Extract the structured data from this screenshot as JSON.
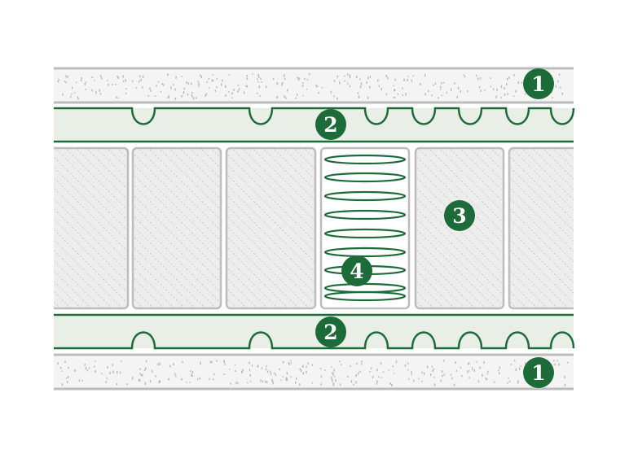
{
  "colors": {
    "green": "#1e6b3a",
    "layer_border": "#bdbdbd",
    "foam_fill": "#f4f4f4",
    "wave_fill": "#e9efe7",
    "block_fill": "#ededed",
    "speckle": "#b8b8b8"
  },
  "markers": {
    "layer_top": "1",
    "wave_top": "2",
    "block": "3",
    "spring": "4",
    "wave_bottom": "2",
    "layer_bottom": "1"
  }
}
